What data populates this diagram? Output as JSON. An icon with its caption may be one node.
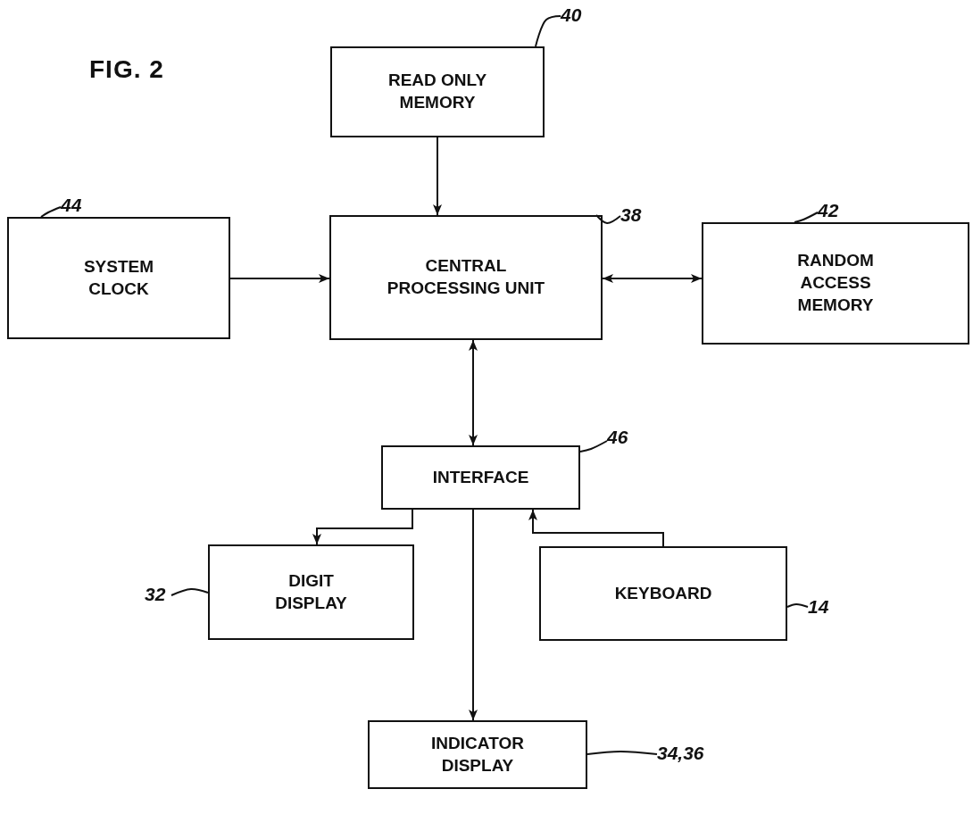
{
  "diagram": {
    "nodes": [
      {
        "text": [
          "READ ONLY MEMORY"
        ]
      },
      {
        "text": [
          "SYSTEM CLOCK"
        ]
      },
      {
        "text": [
          "CENTRAL PROCESSING UNIT"
        ]
      },
      {
        "text": [
          "RANDOM ACCESS MEMORY"
        ]
      },
      {
        "text": [
          "INTERFACE"
        ]
      },
      {
        "text": [
          "DIGIT DISPLAY"
        ]
      },
      {
        "text": [
          "KEYBOARD"
        ]
      },
      {
        "text": [
          "INDICATOR DISPLAY"
        ]
      },
      {
        "text": [
          "40"
        ]
      },
      {
        "text": [
          "44"
        ]
      },
      {
        "text": [
          "38"
        ]
      },
      {
        "text": [
          "42"
        ]
      },
      {
        "text": [
          "46"
        ]
      },
      {
        "text": [
          "32"
        ]
      },
      {
        "text": [
          "14"
        ]
      },
      {
        "text": [
          "34,36"
        ]
      }
    ],
    "edges": [
      {
        "from": 0,
        "to": 2,
        "arrow": "to"
      },
      {
        "from": 1,
        "to": 2,
        "arrow": "to"
      },
      {
        "from": 2,
        "to": 3,
        "arrow": "both"
      },
      {
        "from": 2,
        "to": 4,
        "arrow": "both"
      },
      {
        "from": 4,
        "to": 5,
        "arrow": "to"
      },
      {
        "from": 4,
        "to": 7,
        "arrow": "to"
      },
      {
        "from": 6,
        "to": 4,
        "arrow": "to"
      },
      {
        "from": 8,
        "to": 0,
        "arrow": "none"
      },
      {
        "from": 9,
        "to": 1,
        "arrow": "none"
      },
      {
        "from": 10,
        "to": 2,
        "arrow": "none"
      },
      {
        "from": 11,
        "to": 3,
        "arrow": "none"
      },
      {
        "from": 12,
        "to": 4,
        "arrow": "none"
      },
      {
        "from": 13,
        "to": 5,
        "arrow": "none"
      },
      {
        "from": 14,
        "to": 6,
        "arrow": "none"
      },
      {
        "from": 15,
        "to": 7,
        "arrow": "none"
      }
    ],
    "labels": [
      "FIG. 2"
    ]
  }
}
